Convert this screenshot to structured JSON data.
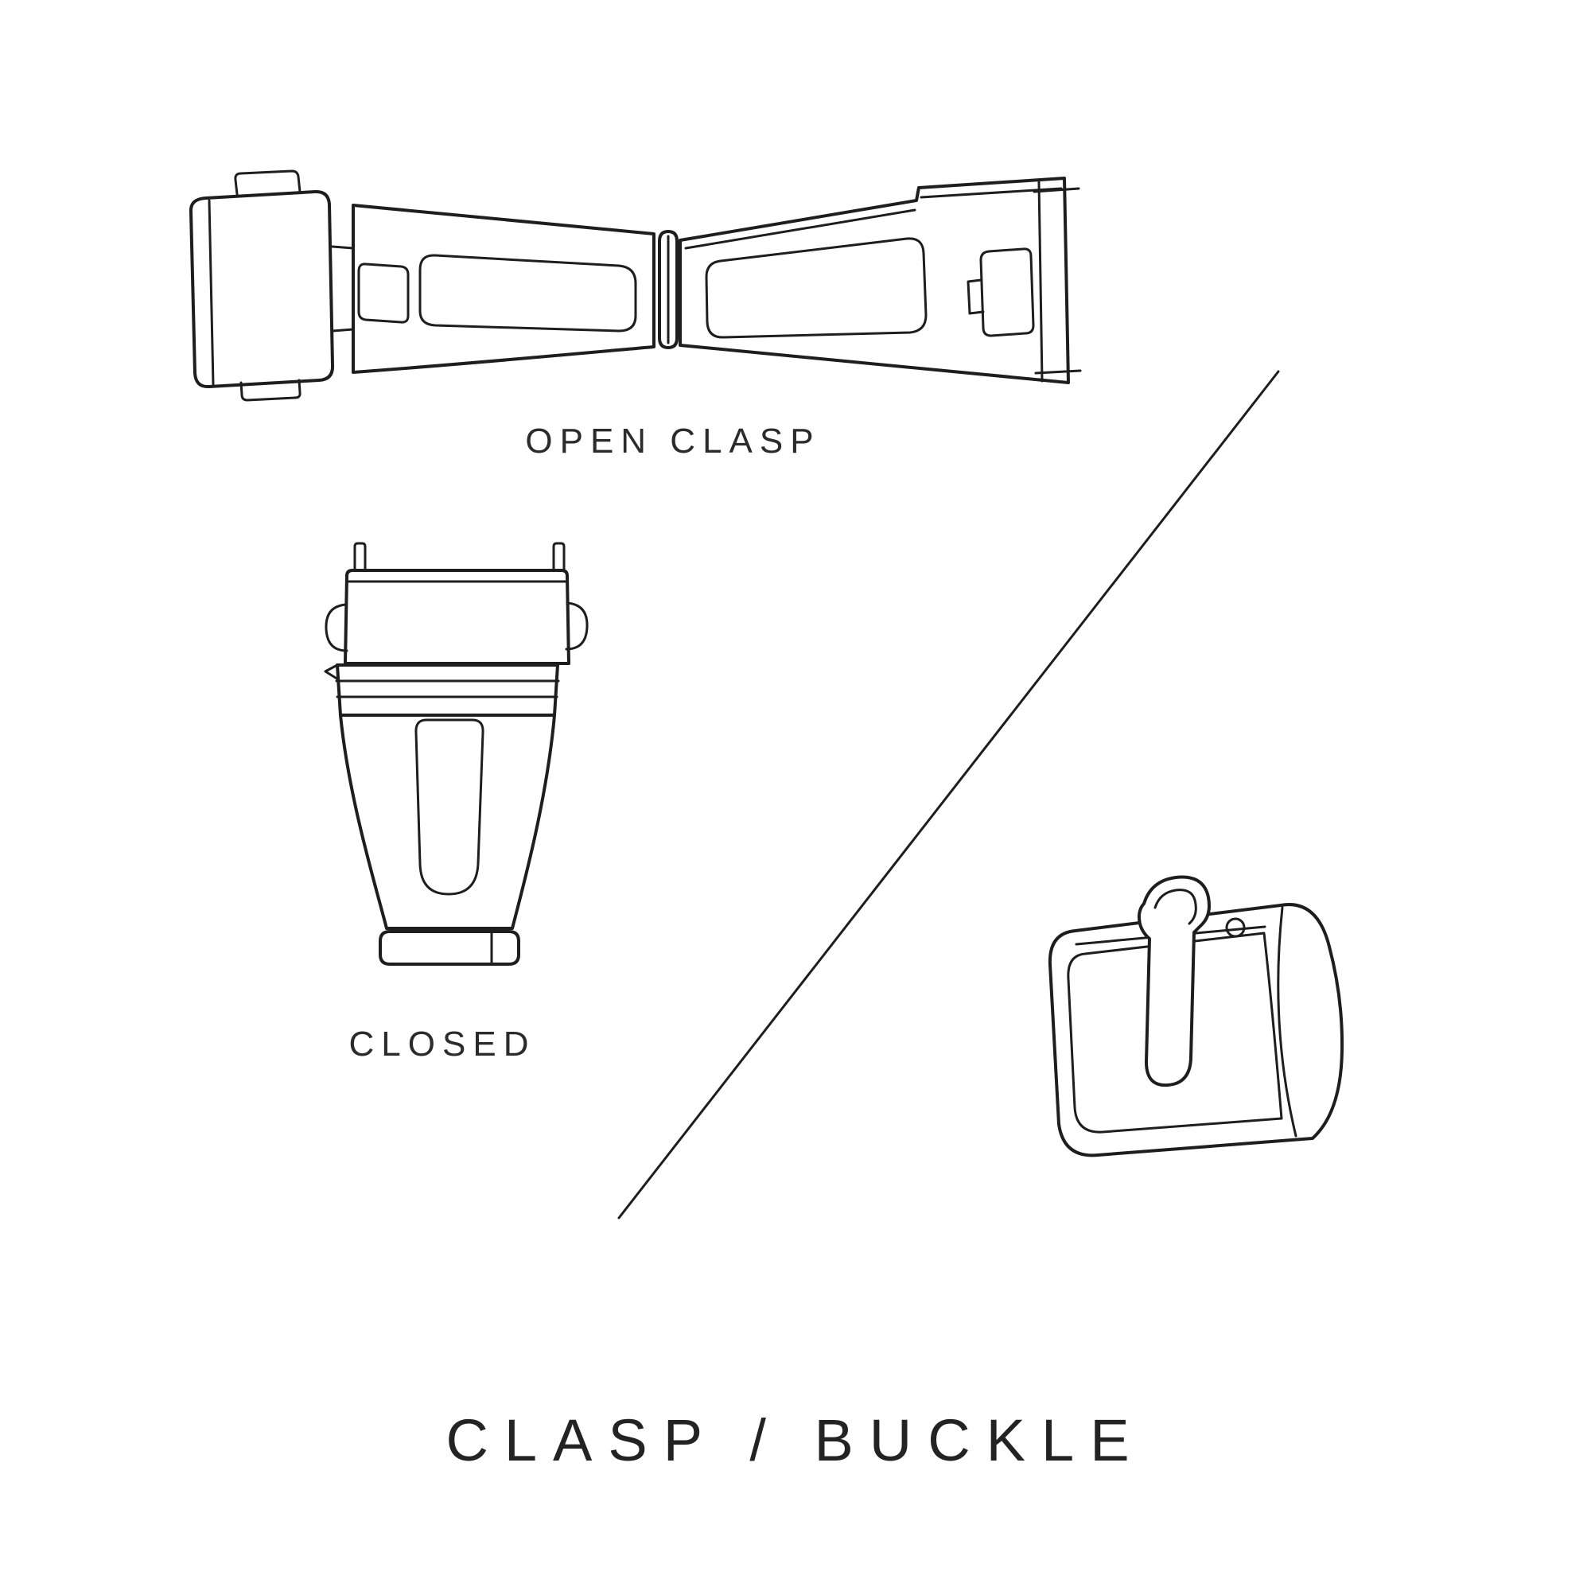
{
  "page": {
    "background_color": "#ffffff",
    "line_color": "#1e1e1e",
    "text_color": "#2b2b2b"
  },
  "labels": {
    "open_clasp": "OPEN CLASP",
    "closed": "CLOSED",
    "title": "CLASP / BUCKLE"
  },
  "icons": [
    "open-clasp-illustration",
    "closed-clasp-illustration",
    "tang-buckle-illustration",
    "divider-line"
  ]
}
